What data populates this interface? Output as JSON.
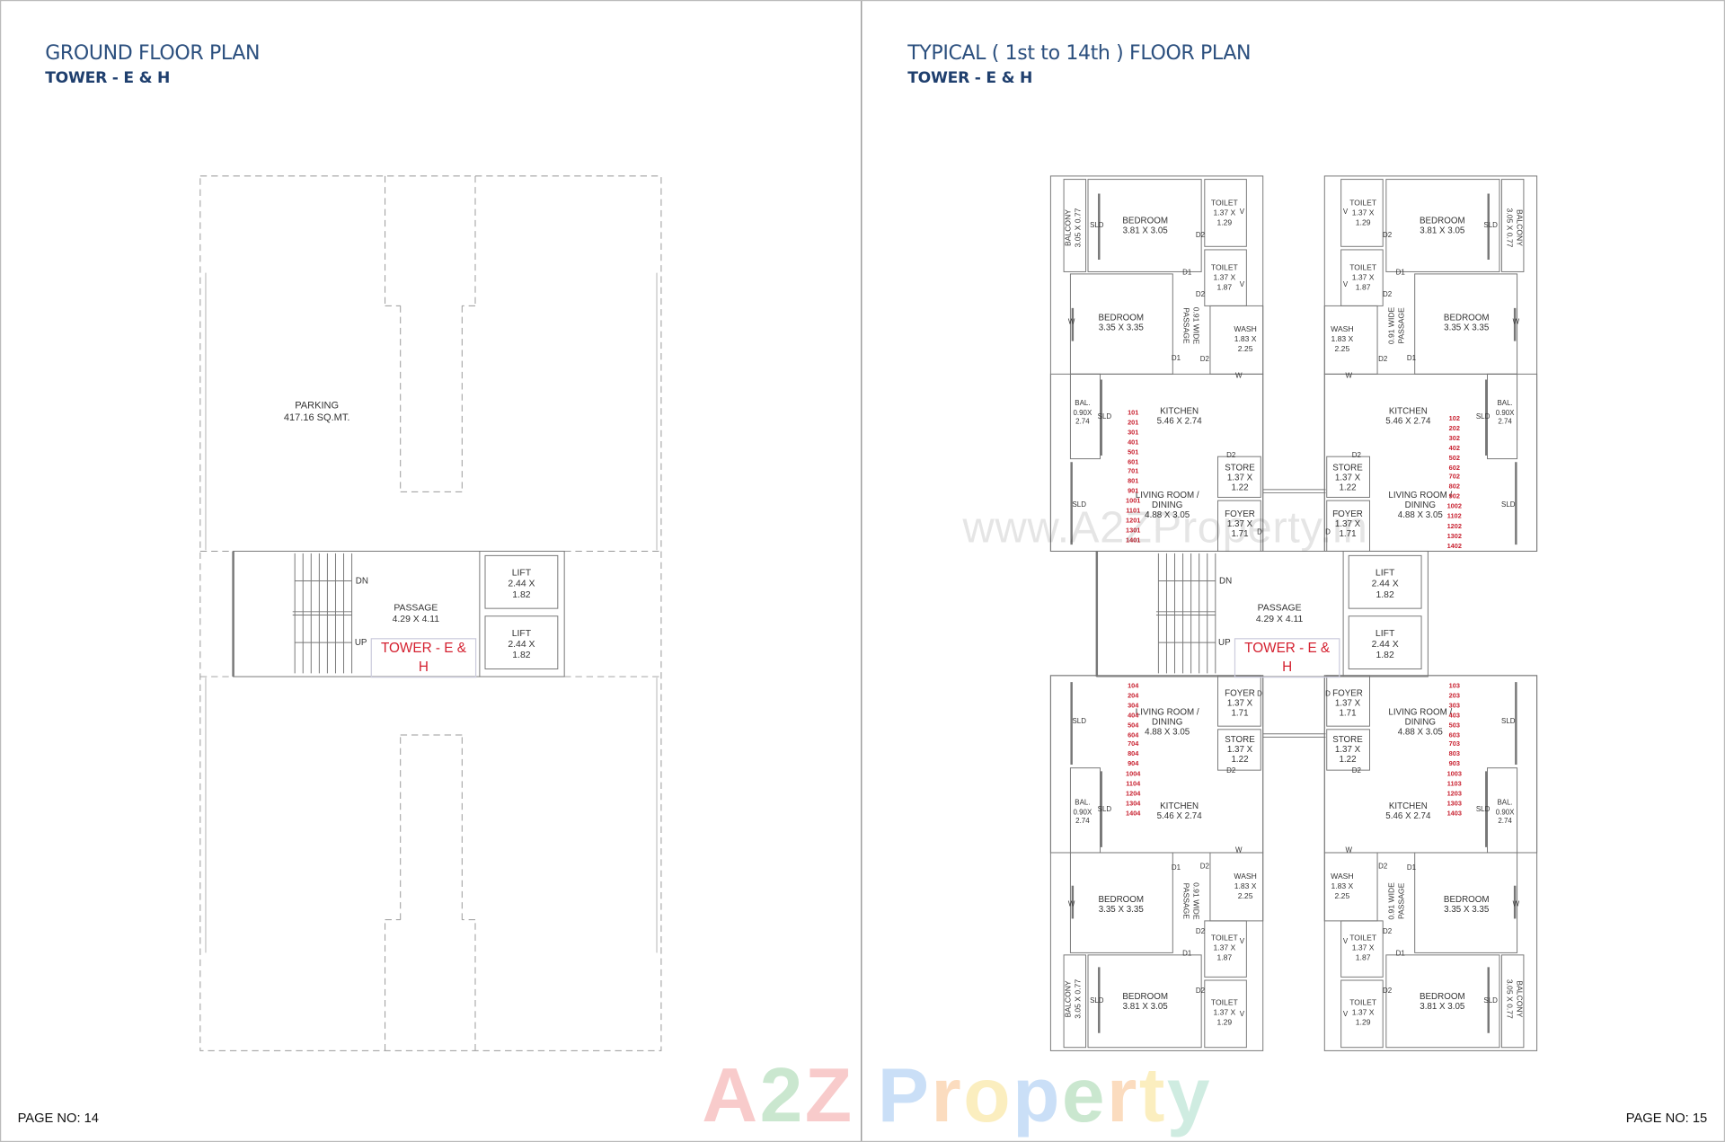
{
  "pages": [
    {
      "title": "GROUND FLOOR PLAN",
      "subtitle": "TOWER - E & H",
      "page_no": "PAGE NO: 14"
    },
    {
      "title": "TYPICAL ( 1st to 14th ) FLOOR PLAN",
      "subtitle": "TOWER - E & H",
      "page_no": "PAGE NO: 15"
    }
  ],
  "ground_plan": {
    "parking": "PARKING\n417.16 SQ.MT."
  },
  "core": {
    "dn": "DN",
    "up": "UP",
    "passage": "PASSAGE\n4.29 X 4.11",
    "lift_1": "LIFT\n2.44 X\n1.82",
    "lift_2": "LIFT\n2.44 X\n1.82",
    "tower_label": "TOWER - E & H"
  },
  "typical_plan": {
    "rooms": [
      "BALCONY\n3.05 X 0.77",
      "BEDROOM\n3.81 X 3.05",
      "TOILET\n1.37 X\n1.29",
      "TOILET\n1.37 X\n1.87",
      "BEDROOM\n3.35 X 3.35",
      "0.91 WIDE\nPASSAGE",
      "WASH\n1.83 X\n2.25",
      "BAL.\n0.90X\n2.74",
      "KITCHEN\n5.46 X 2.74",
      "STORE\n1.37 X\n1.22",
      "LIVING ROOM /\nDINING\n4.88 X 3.05",
      "FOYER\n1.37 X\n1.71"
    ],
    "tags": [
      "SLD",
      "D2",
      "V",
      "D1",
      "D2",
      "V",
      "W",
      "D1",
      "D2",
      "W",
      "SLD",
      "D2",
      "SLD",
      "D"
    ],
    "units": [
      {
        "numbers": [
          "101",
          "201",
          "301",
          "401",
          "501",
          "601",
          "701",
          "801",
          "901",
          "1001",
          "1101",
          "1201",
          "1301",
          "1401"
        ]
      },
      {
        "numbers": [
          "102",
          "202",
          "302",
          "402",
          "502",
          "602",
          "702",
          "802",
          "902",
          "1002",
          "1102",
          "1202",
          "1302",
          "1402"
        ]
      },
      {
        "numbers": [
          "104",
          "204",
          "304",
          "404",
          "504",
          "604",
          "704",
          "804",
          "904",
          "1004",
          "1104",
          "1204",
          "1304",
          "1404"
        ]
      },
      {
        "numbers": [
          "103",
          "203",
          "303",
          "403",
          "503",
          "603",
          "703",
          "803",
          "903",
          "1003",
          "1103",
          "1203",
          "1303",
          "1403"
        ]
      }
    ]
  },
  "watermarks": {
    "url": "www.A2ZProperty.in",
    "logo": "A2Z Property"
  },
  "colors": {
    "title": "#2b4f7e",
    "subtitle": "#1f3f6e",
    "unit_numbers": "#c8202f",
    "tower_label": "#d4202f",
    "logo_letters": [
      "#f2a0a0",
      "#9fd4a8",
      "#f2a0a0",
      "#ffffff",
      "#9ec5f0",
      "#f7c08a",
      "#f7e08a",
      "#9ec5f0",
      "#9fd4a8",
      "#f7c08a",
      "#f7e08a",
      "#a8dcc8"
    ]
  }
}
